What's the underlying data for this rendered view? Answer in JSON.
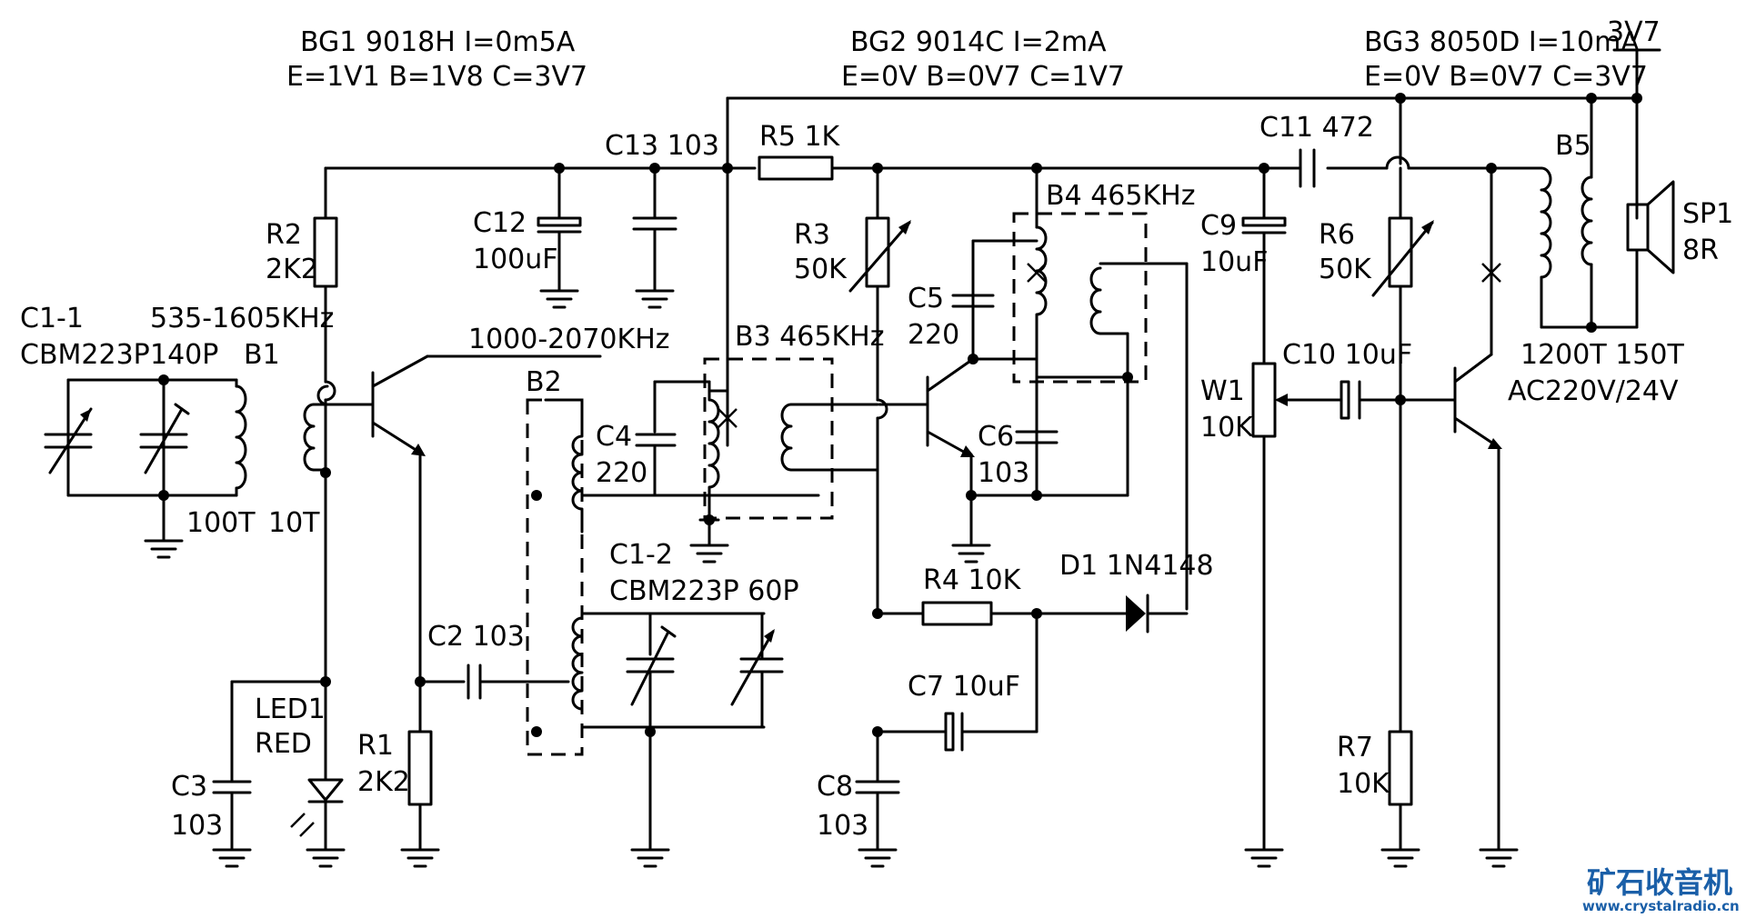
{
  "transistors": {
    "bg1": {
      "line1": "BG1 9018H I=0m5A",
      "line2": "E=1V1 B=1V8 C=3V7"
    },
    "bg2": {
      "line1": "BG2 9014C I=2mA",
      "line2": "E=0V B=0V7 C=1V7"
    },
    "bg3": {
      "line1": "BG3 8050D I=10mA",
      "line2": "E=0V B=0V7 C=3V7"
    }
  },
  "supply": "3V7",
  "components": {
    "c1_1": [
      "C1-1",
      "CBM223P"
    ],
    "c1_1_trim": "140P",
    "band_am": "535-1605KHz",
    "b1": "B1",
    "b1_turns_primary": "100T",
    "b1_turns_secondary": "10T",
    "r2": [
      "R2",
      "2K2"
    ],
    "c12": [
      "C12",
      "100uF"
    ],
    "c13": "C13 103",
    "r5": "R5 1K",
    "r3": [
      "R3",
      "50K"
    ],
    "b4": "B4 465KHz",
    "c5": [
      "C5",
      "220"
    ],
    "osc_band": "1000-2070KHz",
    "b2": "B2",
    "b3": "B3 465KHz",
    "c4": [
      "C4",
      "220"
    ],
    "c6": [
      "C6",
      "103"
    ],
    "c1_2": [
      "C1-2",
      "CBM223P 60P"
    ],
    "c2": "C2 103",
    "r4": "R4 10K",
    "d1": "D1 1N4148",
    "c7": "C7 10uF",
    "c8": [
      "C8",
      "103"
    ],
    "led1": [
      "LED1",
      "RED"
    ],
    "c3": [
      "C3",
      "103"
    ],
    "r1": [
      "R1",
      "2K2"
    ],
    "c11": "C11 472",
    "c9": [
      "C9",
      "10uF"
    ],
    "r6": [
      "R6",
      "50K"
    ],
    "b5": "B5",
    "sp1": [
      "SP1",
      "8R"
    ],
    "b5_turns": "1200T 150T",
    "b5_rating": "AC220V/24V",
    "c10": "C10 10uF",
    "w1": [
      "W1",
      "10K"
    ],
    "r7": [
      "R7",
      "10K"
    ]
  },
  "watermark": {
    "brand": "矿石收音机",
    "url": "www.crystalradio.cn"
  }
}
